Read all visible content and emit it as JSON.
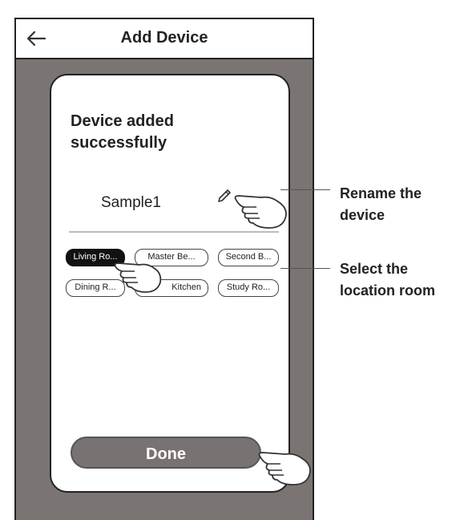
{
  "header": {
    "title": "Add Device",
    "back_icon": "arrow-left-icon"
  },
  "card": {
    "message": "Device added successfully",
    "device_name": "Sample1",
    "edit_icon": "pencil-icon",
    "rooms": [
      {
        "label": "Living Ro...",
        "selected": true
      },
      {
        "label": "Master Be...",
        "selected": false
      },
      {
        "label": "Second B...",
        "selected": false
      },
      {
        "label": "Dining R...",
        "selected": false
      },
      {
        "label": "Kitchen",
        "selected": false
      },
      {
        "label": "Study Ro...",
        "selected": false
      }
    ],
    "done_label": "Done"
  },
  "annotations": {
    "rename": "Rename the device",
    "rename_line1": "Rename the",
    "rename_line2": "device",
    "select": "Select the location room",
    "select_line1": "Select the",
    "select_line2": "location room"
  },
  "colors": {
    "background": "#7a7473",
    "selected_chip": "#111111",
    "done_button": "#797272"
  }
}
